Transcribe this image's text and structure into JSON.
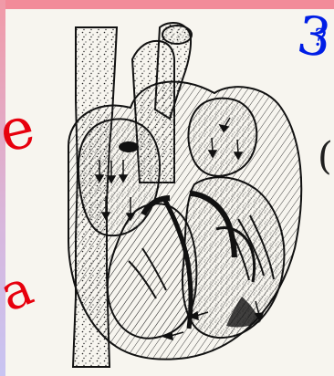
{
  "image": {
    "kind": "anatomical heart cross-section illustration",
    "palette": {
      "paper": "#f7f5ef",
      "ink": "#111111",
      "left_edge_red": "#e7000d",
      "right_edge_blue": "#001ee6",
      "top_strip": "#f28b99"
    }
  },
  "overlays": {
    "left_top": "e",
    "left_bottom": "a",
    "right_top": "3",
    "right_top_small": "?",
    "right_mid": "("
  }
}
